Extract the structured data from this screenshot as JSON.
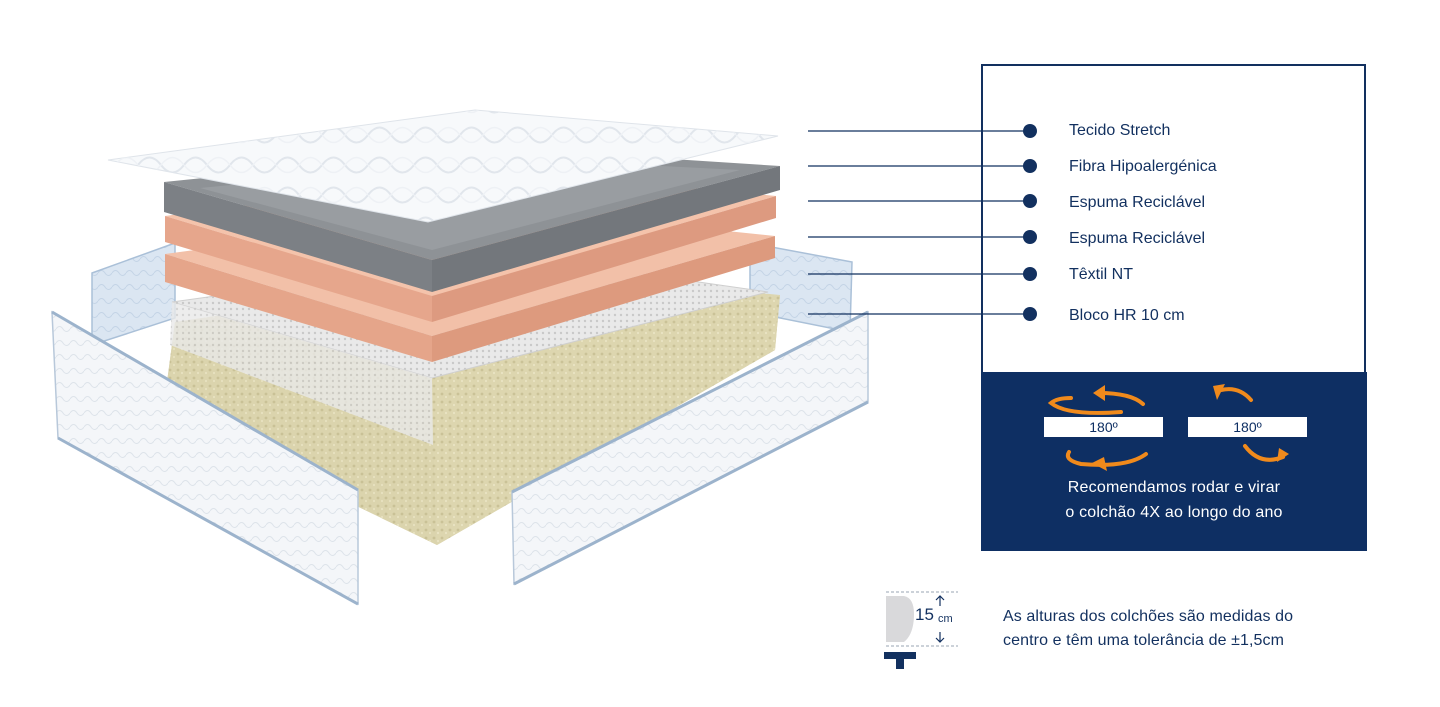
{
  "layers": [
    {
      "label": "Tecido Stretch"
    },
    {
      "label": "Fibra Hipoalergénica"
    },
    {
      "label": "Espuma Reciclável"
    },
    {
      "label": "Espuma Reciclável"
    },
    {
      "label": "Têxtil NT"
    },
    {
      "label": "Bloco HR 10 cm"
    }
  ],
  "rotation": {
    "rotate_label": "180º",
    "flip_label": "180º",
    "text_line1": "Recomendamos rodar e virar",
    "text_line2": "o colchão 4X ao longo do ano"
  },
  "height_info": {
    "value": "15",
    "unit": "cm",
    "note_line1": "As alturas dos colchões são medidas do",
    "note_line2": "centro e têm uma tolerância de ±1,5cm"
  },
  "colors": {
    "navy": "#12305f",
    "panel": "#0e2f63",
    "arrow_orange": "#f08a1c",
    "foam_peach": "#f2b59c",
    "fiber_grey": "#8e9296"
  }
}
